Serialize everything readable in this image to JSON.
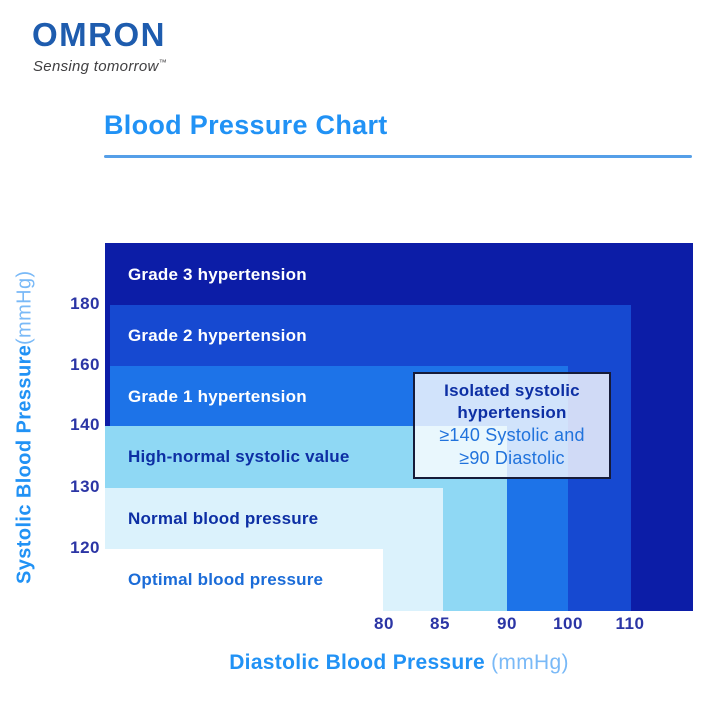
{
  "brand": {
    "logo": "OMRON",
    "tagline": "Sensing tomorrow",
    "trademark": "™"
  },
  "title": "Blood Pressure Chart",
  "axes": {
    "y_title": "Systolic Blood Pressure",
    "y_unit": " (mmHg)",
    "x_title": "Diastolic Blood Pressure",
    "x_unit": " (mmHg)",
    "y_ticks": [
      "180",
      "160",
      "140",
      "130",
      "120"
    ],
    "x_ticks": [
      "80",
      "85",
      "90",
      "100",
      "110"
    ]
  },
  "bands": [
    {
      "label": "Grade 3 hypertension",
      "color": "#0c1da7",
      "text_color": "#ffffff"
    },
    {
      "label": "Grade 2 hypertension",
      "color": "#1649d1",
      "text_color": "#ffffff"
    },
    {
      "label": "Grade 1 hypertension",
      "color": "#1d73e8",
      "text_color": "#ffffff"
    },
    {
      "label": "High-normal systolic value",
      "color": "#8fd8f4",
      "text_color": "#0d2fa4"
    },
    {
      "label": "Normal blood pressure",
      "color": "#dbf2fc",
      "text_color": "#0d2fa4"
    },
    {
      "label": "Optimal blood pressure",
      "color": "#ffffff",
      "text_color": "#1b6cd8"
    }
  ],
  "callout": {
    "title_line1": "Isolated systolic",
    "title_line2": "hypertension",
    "detail_line1": "≥140 Systolic and",
    "detail_line2": "≥90 Diastolic"
  },
  "colors": {
    "title_blue": "#2192f5",
    "axis_unit_blue": "#79b9f7",
    "tick_navy": "#2b35a5",
    "logo_blue": "#1e5cae",
    "tagline_gray": "#414042",
    "callout_border": "#161b39"
  },
  "chart_data": {
    "type": "area",
    "title": "Blood Pressure Chart",
    "xlabel": "Diastolic Blood Pressure (mmHg)",
    "ylabel": "Systolic Blood Pressure (mmHg)",
    "x_ticks": [
      80,
      85,
      90,
      100,
      110
    ],
    "y_ticks": [
      120,
      130,
      140,
      160,
      180
    ],
    "xlim": [
      70,
      120
    ],
    "ylim": [
      110,
      195
    ],
    "grid": false,
    "legend": "labels-inside-regions",
    "regions": [
      {
        "label": "Optimal blood pressure",
        "systolic_max": 120,
        "diastolic_max": 80,
        "color": "#ffffff"
      },
      {
        "label": "Normal blood pressure",
        "systolic_max": 130,
        "diastolic_max": 85,
        "color": "#dbf2fc"
      },
      {
        "label": "High-normal systolic value",
        "systolic_max": 140,
        "diastolic_max": 90,
        "color": "#8fd8f4"
      },
      {
        "label": "Grade 1 hypertension",
        "systolic_max": 160,
        "diastolic_max": 100,
        "color": "#1d73e8"
      },
      {
        "label": "Grade 2 hypertension",
        "systolic_max": 180,
        "diastolic_max": 110,
        "color": "#1649d1"
      },
      {
        "label": "Grade 3 hypertension",
        "systolic_max": null,
        "diastolic_max": null,
        "color": "#0c1da7"
      }
    ],
    "annotation": "Isolated systolic hypertension: ≥140 Systolic and ≥90 Diastolic"
  }
}
